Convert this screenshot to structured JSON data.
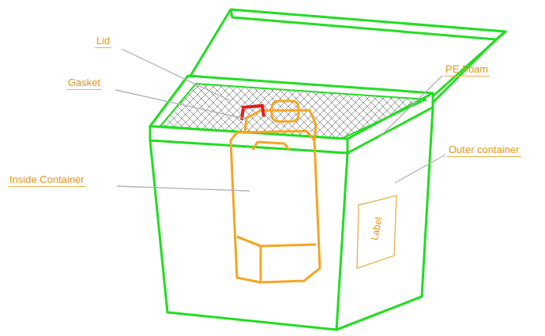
{
  "diagram": {
    "nodes": [
      {
        "text": [
          "Label"
        ]
      }
    ],
    "labels": [
      "Lid",
      "Gasket",
      "Inside Container",
      "PE Foam",
      "Outer container"
    ]
  }
}
